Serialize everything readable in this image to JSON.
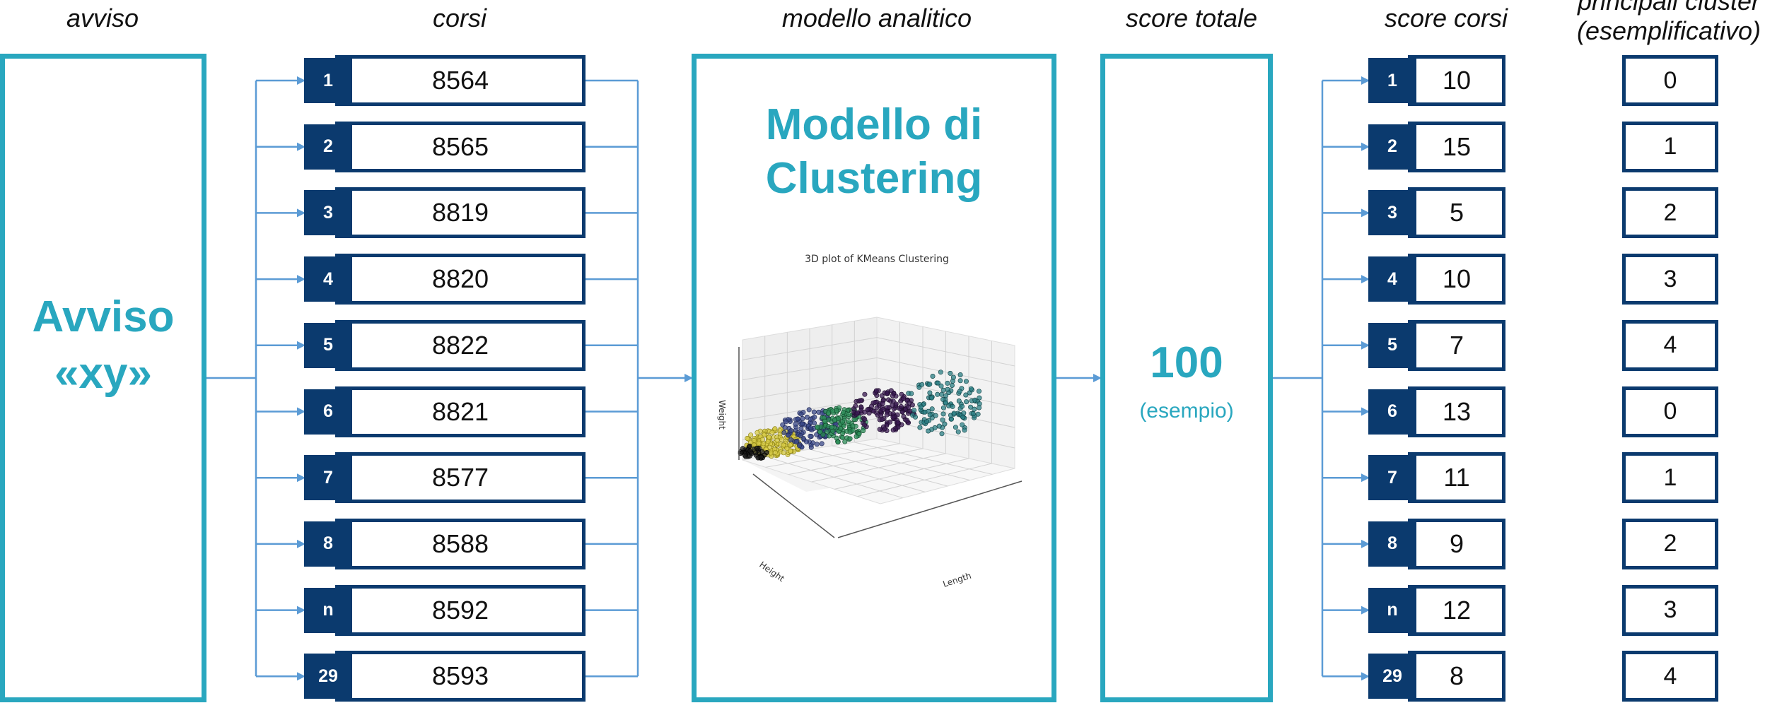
{
  "headers": {
    "avviso": "avviso",
    "corsi": "corsi",
    "modello": "modello analitico",
    "score_totale": "score totale",
    "score_corsi": "score corsi",
    "cluster_line1": "principali cluster",
    "cluster_line2": "(esemplificativo)"
  },
  "avviso": {
    "line1": "Avviso",
    "line2": "«xy»"
  },
  "model": {
    "title_line1": "Modello di",
    "title_line2": "Clustering",
    "plot_title": "3D plot of KMeans Clustering",
    "axis_weight": "Weight",
    "axis_height": "Height",
    "axis_length": "Length"
  },
  "score": {
    "value": "100",
    "note": "(esempio)"
  },
  "rows": [
    {
      "idx": "1",
      "course": "8564",
      "score": "10",
      "cluster": "0"
    },
    {
      "idx": "2",
      "course": "8565",
      "score": "15",
      "cluster": "1"
    },
    {
      "idx": "3",
      "course": "8819",
      "score": "5",
      "cluster": "2"
    },
    {
      "idx": "4",
      "course": "8820",
      "score": "10",
      "cluster": "3"
    },
    {
      "idx": "5",
      "course": "8822",
      "score": "7",
      "cluster": "4"
    },
    {
      "idx": "6",
      "course": "8821",
      "score": "13",
      "cluster": "0"
    },
    {
      "idx": "7",
      "course": "8577",
      "score": "11",
      "cluster": "1"
    },
    {
      "idx": "8",
      "course": "8588",
      "score": "9",
      "cluster": "2"
    },
    {
      "idx": "n",
      "course": "8592",
      "score": "12",
      "cluster": "3"
    },
    {
      "idx": "29",
      "course": "8593",
      "score": "8",
      "cluster": "4"
    }
  ],
  "colors": {
    "teal": "#29a7bf",
    "navy": "#0b3a6e",
    "wire": "#5b9bd5"
  }
}
